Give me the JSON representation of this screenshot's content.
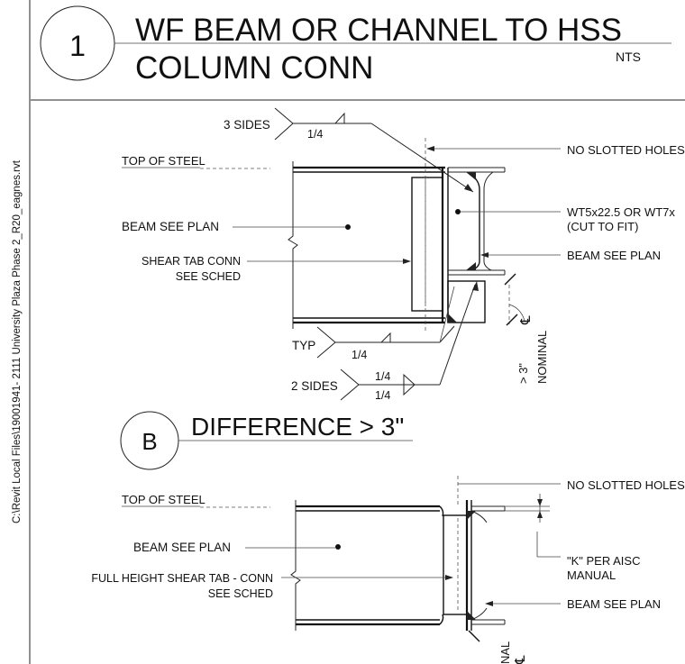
{
  "sidebar": {
    "file_path": "C:\\Revit Local Files\\19001941- 2111 University Plaza Phase 2_R20_eagnes.rvt"
  },
  "detail1": {
    "number": "1",
    "title_line1": "WF BEAM OR CHANNEL TO HSS",
    "title_line2": "COLUMN CONN",
    "scale": "NTS",
    "labels": {
      "three_sides": "3 SIDES",
      "weld_quarter_top": "1/4",
      "top_of_steel": "TOP OF STEEL",
      "beam_see_plan_left": "BEAM SEE PLAN",
      "shear_tab_1": "SHEAR TAB CONN",
      "shear_tab_2": "SEE SCHED",
      "typ": "TYP",
      "weld_quarter_typ": "1/4",
      "two_sides": "2 SIDES",
      "weld_quarter_a": "1/4",
      "weld_quarter_b": "1/4",
      "no_slotted_holes": "NO SLOTTED HOLES",
      "wt_1": "WT5x22.5 OR WT7x",
      "wt_2": "(CUT TO FIT)",
      "beam_see_plan_right": "BEAM SEE PLAN",
      "nominal_1": "> 3\"",
      "nominal_2": "NOMINAL",
      "cl": "℄"
    }
  },
  "detailB": {
    "letter": "B",
    "title": "DIFFERENCE > 3\"",
    "labels": {
      "top_of_steel": "TOP OF STEEL",
      "beam_see_plan_left": "BEAM SEE PLAN",
      "full_height_1": "FULL HEIGHT SHEAR TAB - CONN",
      "full_height_2": "SEE SCHED",
      "no_slotted_holes": "NO SLOTTED HOLES",
      "k_1": "\"K\" PER AISC",
      "k_2": "MANUAL",
      "beam_see_plan_right": "BEAM SEE PLAN",
      "nominal_partial": "NAL",
      "cl": "℄"
    }
  }
}
